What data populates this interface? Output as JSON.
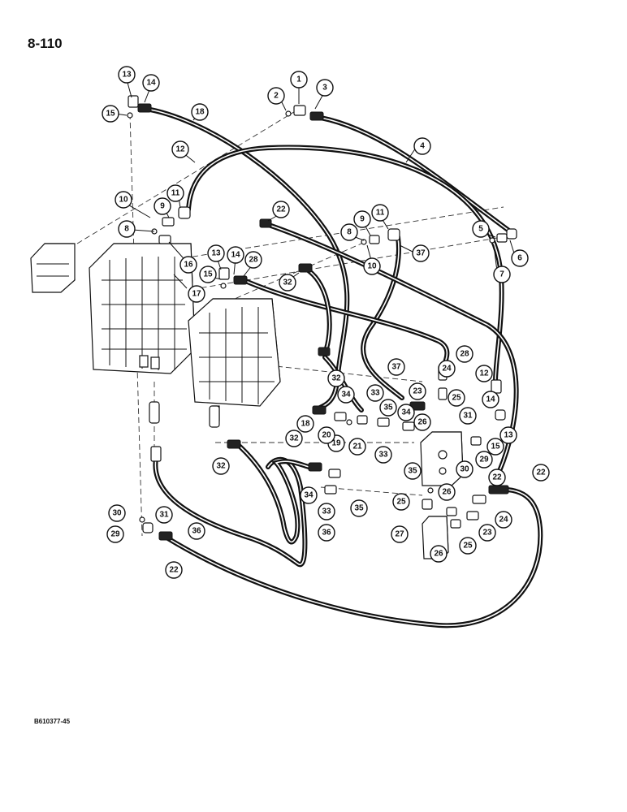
{
  "page_number": "8-110",
  "figure_code": "B610377-45",
  "callouts": [
    "1",
    "2",
    "3",
    "4",
    "5",
    "6",
    "7",
    "8",
    "8",
    "9",
    "9",
    "10",
    "10",
    "11",
    "11",
    "12",
    "12",
    "13",
    "13",
    "13",
    "14",
    "14",
    "14",
    "15",
    "15",
    "15",
    "16",
    "17",
    "18",
    "18",
    "19",
    "20",
    "21",
    "22",
    "22",
    "22",
    "22",
    "23",
    "23",
    "24",
    "24",
    "25",
    "25",
    "25",
    "26",
    "26",
    "26",
    "27",
    "28",
    "28",
    "29",
    "29",
    "30",
    "30",
    "31",
    "31",
    "32",
    "32",
    "32",
    "32",
    "33",
    "33",
    "33",
    "34",
    "34",
    "34",
    "35",
    "35",
    "35",
    "36",
    "36",
    "37",
    "37"
  ]
}
